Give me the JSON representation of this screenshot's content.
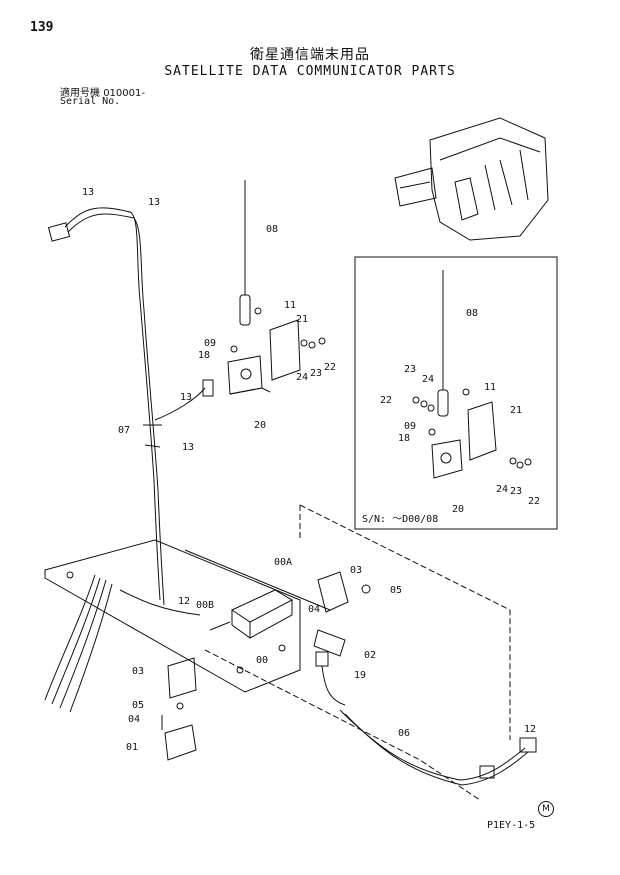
{
  "page_number": "139",
  "title_jp": "衛星通信端末用品",
  "title_en": "SATELLITE DATA COMMUNICATOR PARTS",
  "serial_label_jp": "適用号機",
  "serial_value": "010001-",
  "serial_label_en": "Serial No.",
  "inset_serial": "S/N: ～D00/08",
  "footer_code": "P1EY-1-5",
  "footer_mark": "M",
  "labels": {
    "l13a": "13",
    "l13b": "13",
    "l08": "08",
    "l11": "11",
    "l21": "21",
    "l09": "09",
    "l18": "18",
    "l24": "24",
    "l23": "23",
    "l22": "22",
    "l13c": "13",
    "l07": "07",
    "l20": "20",
    "l13d": "13",
    "l00A": "00A",
    "l03a": "03",
    "l05a": "05",
    "l04a": "04",
    "l02": "02",
    "l12a": "12",
    "l00B": "00B",
    "l00": "00",
    "l19": "19",
    "l03b": "03",
    "l05b": "05",
    "l04b": "04",
    "l01": "01",
    "l06": "06",
    "l12b": "12",
    "i08": "08",
    "i23": "23",
    "i24": "24",
    "i11": "11",
    "i22": "22",
    "i21": "21",
    "i09": "09",
    "i18": "18",
    "i24b": "24",
    "i23b": "23",
    "i22b": "22",
    "i20": "20"
  }
}
